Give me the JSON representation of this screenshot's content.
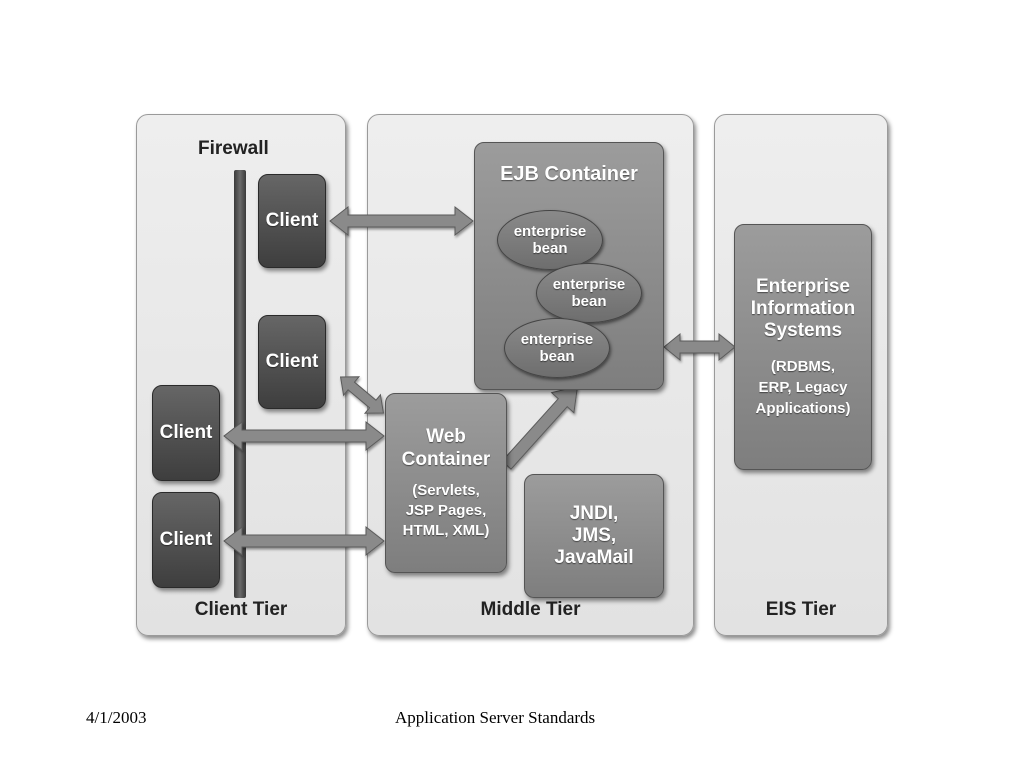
{
  "tiers": {
    "client": {
      "label": "Client Tier",
      "firewall_label": "Firewall"
    },
    "middle": {
      "label": "Middle Tier"
    },
    "eis": {
      "label": "EIS Tier"
    }
  },
  "clients": [
    "Client",
    "Client",
    "Client",
    "Client"
  ],
  "ejb_container": {
    "title": "EJB Container",
    "beans": [
      {
        "line1": "enterprise",
        "line2": "bean"
      },
      {
        "line1": "enterprise",
        "line2": "bean"
      },
      {
        "line1": "enterprise",
        "line2": "bean"
      }
    ]
  },
  "web_container": {
    "title1": "Web",
    "title2": "Container",
    "detail1": "(Servlets,",
    "detail2": "JSP Pages,",
    "detail3": "HTML, XML)"
  },
  "services": {
    "line1": "JNDI,",
    "line2": "JMS,",
    "line3": "JavaMail"
  },
  "eis_box": {
    "title1": "Enterprise",
    "title2": "Information",
    "title3": "Systems",
    "detail1": "(RDBMS,",
    "detail2": "ERP, Legacy",
    "detail3": "Applications)"
  },
  "footer": {
    "date": "4/1/2003",
    "title": "Application Server Standards"
  },
  "colors": {
    "client_box": "#4a4a4a",
    "middle_box": "#8c8c8c",
    "arrow": "#8a8a8a",
    "tier_bg": "#e8e8e8"
  }
}
